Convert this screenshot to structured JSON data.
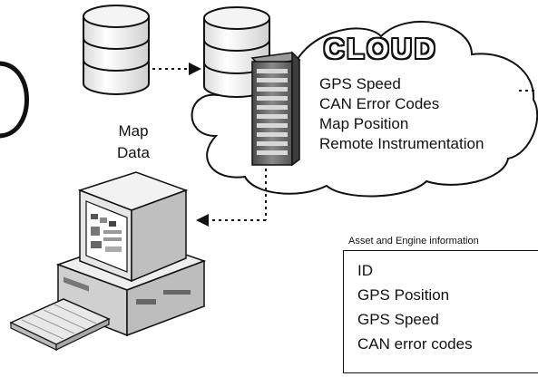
{
  "map_data": {
    "label_line1": "Map",
    "label_line2": "Data"
  },
  "cloud": {
    "title": "CLOUD",
    "items": [
      "GPS Speed",
      "CAN Error Codes",
      "Map Position",
      "Remote Instrumentation"
    ]
  },
  "asset_panel": {
    "title": "Asset and Engine information",
    "items": [
      "ID",
      "GPS Position",
      "GPS Speed",
      "CAN error codes"
    ]
  },
  "colors": {
    "outline": "#111111",
    "fill": "#ffffff",
    "shade": "#cfcfcf",
    "server": "#6b6b6b"
  }
}
